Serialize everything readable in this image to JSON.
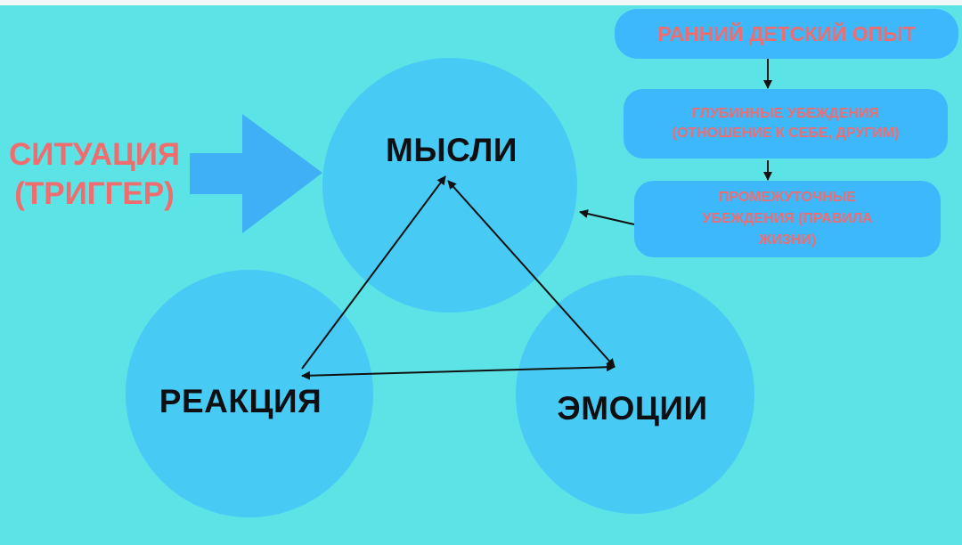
{
  "colors": {
    "background": "#5be3e6",
    "circle": "#47cbf5",
    "arrow_block": "#3fb0f6",
    "pill": "#3eb8fc",
    "accent_text": "#ef6d6f",
    "label_text": "#0f0f12"
  },
  "trigger": {
    "line1": "СИТУАЦИЯ",
    "line2": "(ТРИГГЕР)"
  },
  "nodes": {
    "thoughts": "МЫСЛИ",
    "reaction": "РЕАКЦИЯ",
    "emotions": "ЭМОЦИИ"
  },
  "beliefs": {
    "early_experience": "РАННИЙ ДЕТСКИЙ ОПЫТ",
    "core_line1": "ГЛУБИННЫЕ УБЕЖДЕНИЯ",
    "core_line2": "(ОТНОШЕНИЕ К СЕБЕ, ДРУГИМ)",
    "intermediate_line1": "ПРОМЕЖУТОЧНЫЕ",
    "intermediate_line2": "УБЕЖДЕНИЯ (ПРАВИЛА",
    "intermediate_line3": "ЖИЗНИ)"
  }
}
